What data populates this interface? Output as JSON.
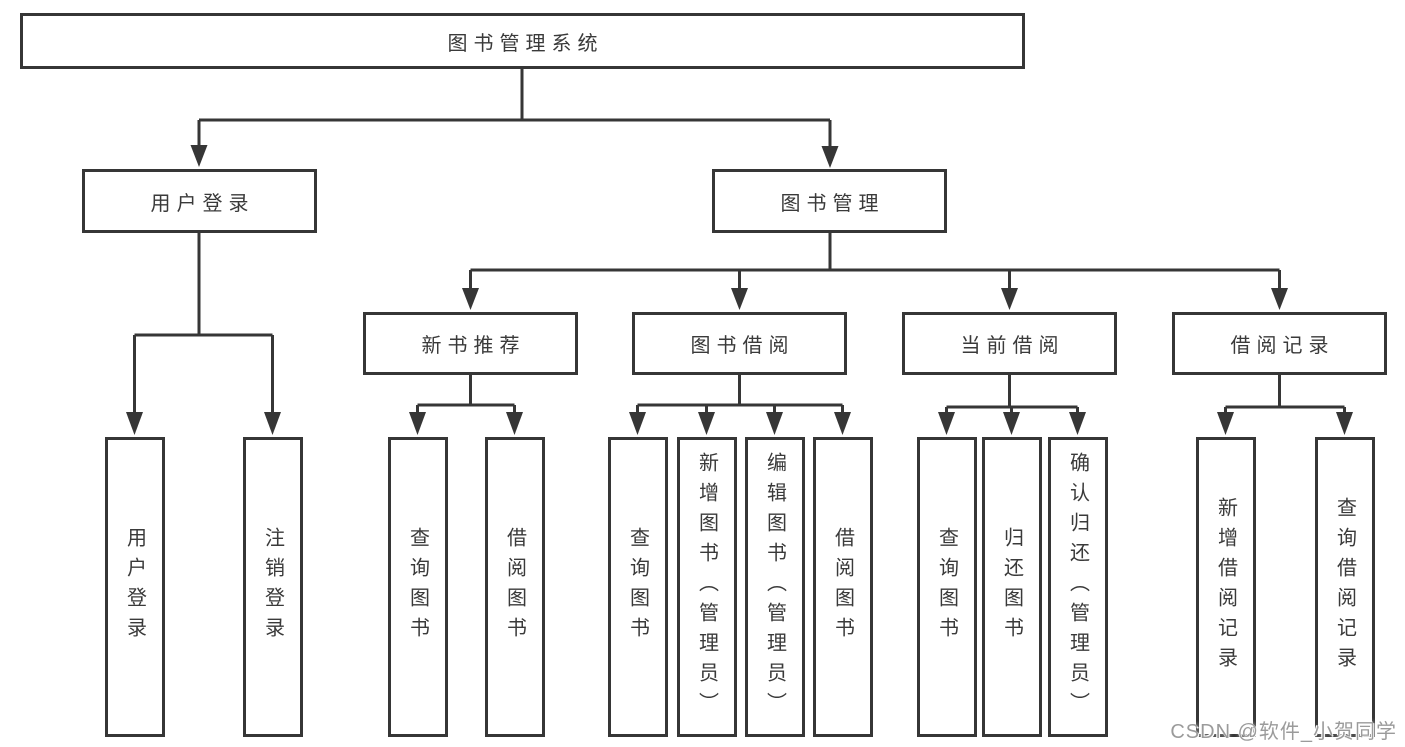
{
  "tree": {
    "root": {
      "label": "图书管理系统",
      "children": [
        {
          "label": "用户登录",
          "children": [
            {
              "label": "用户登录"
            },
            {
              "label": "注销登录"
            }
          ]
        },
        {
          "label": "图书管理",
          "children": [
            {
              "label": "新书推荐",
              "children": [
                {
                  "label": "查询图书"
                },
                {
                  "label": "借阅图书"
                }
              ]
            },
            {
              "label": "图书借阅",
              "children": [
                {
                  "label": "查询图书"
                },
                {
                  "label": "新增图书（管理员）"
                },
                {
                  "label": "编辑图书（管理员）"
                },
                {
                  "label": "借阅图书"
                }
              ]
            },
            {
              "label": "当前借阅",
              "children": [
                {
                  "label": "查询图书"
                },
                {
                  "label": "归还图书"
                },
                {
                  "label": "确认归还（管理员）"
                }
              ]
            },
            {
              "label": "借阅记录",
              "children": [
                {
                  "label": "新增借阅记录"
                },
                {
                  "label": "查询借阅记录"
                }
              ]
            }
          ]
        }
      ]
    }
  },
  "watermark": {
    "text": "CSDN @软件_小贺同学"
  },
  "colors": {
    "line": "#363636",
    "text": "#3a3a3a",
    "background": "#ffffff",
    "watermark": "#9b9b9b"
  }
}
